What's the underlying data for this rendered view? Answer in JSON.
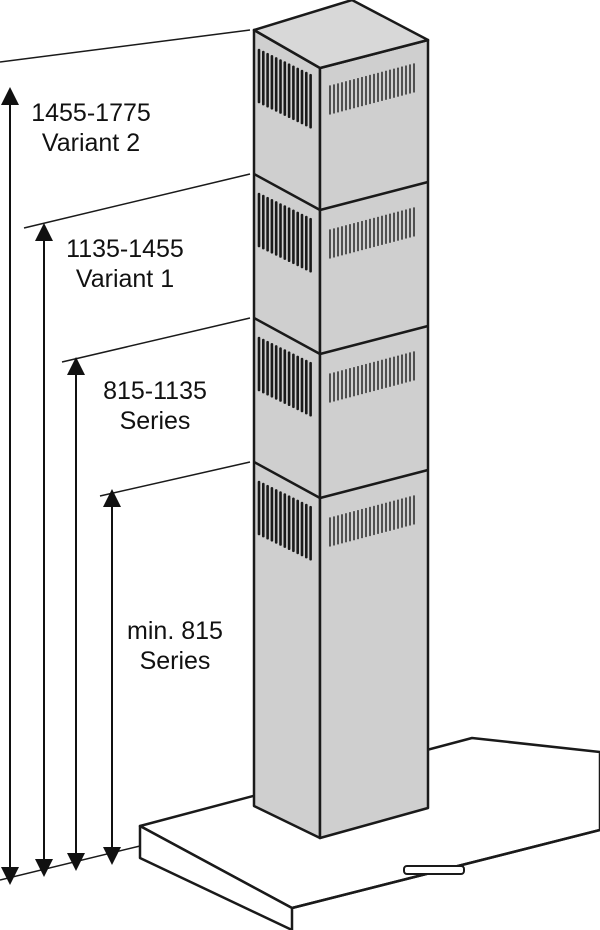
{
  "diagram": {
    "colors": {
      "chimney_fill": "#cfcfcf",
      "chimney_stroke": "#1a1a1a",
      "vent_slot": "#1a1a1a",
      "hood_fill": "#ffffff",
      "background": "#ffffff"
    },
    "dimensions": [
      {
        "range": "1455-1775",
        "caption": "Variant 2"
      },
      {
        "range": "1135-1455",
        "caption": "Variant 1"
      },
      {
        "range": "815-1135",
        "caption": "Series"
      },
      {
        "range": "min. 815",
        "caption": "Series"
      }
    ]
  }
}
